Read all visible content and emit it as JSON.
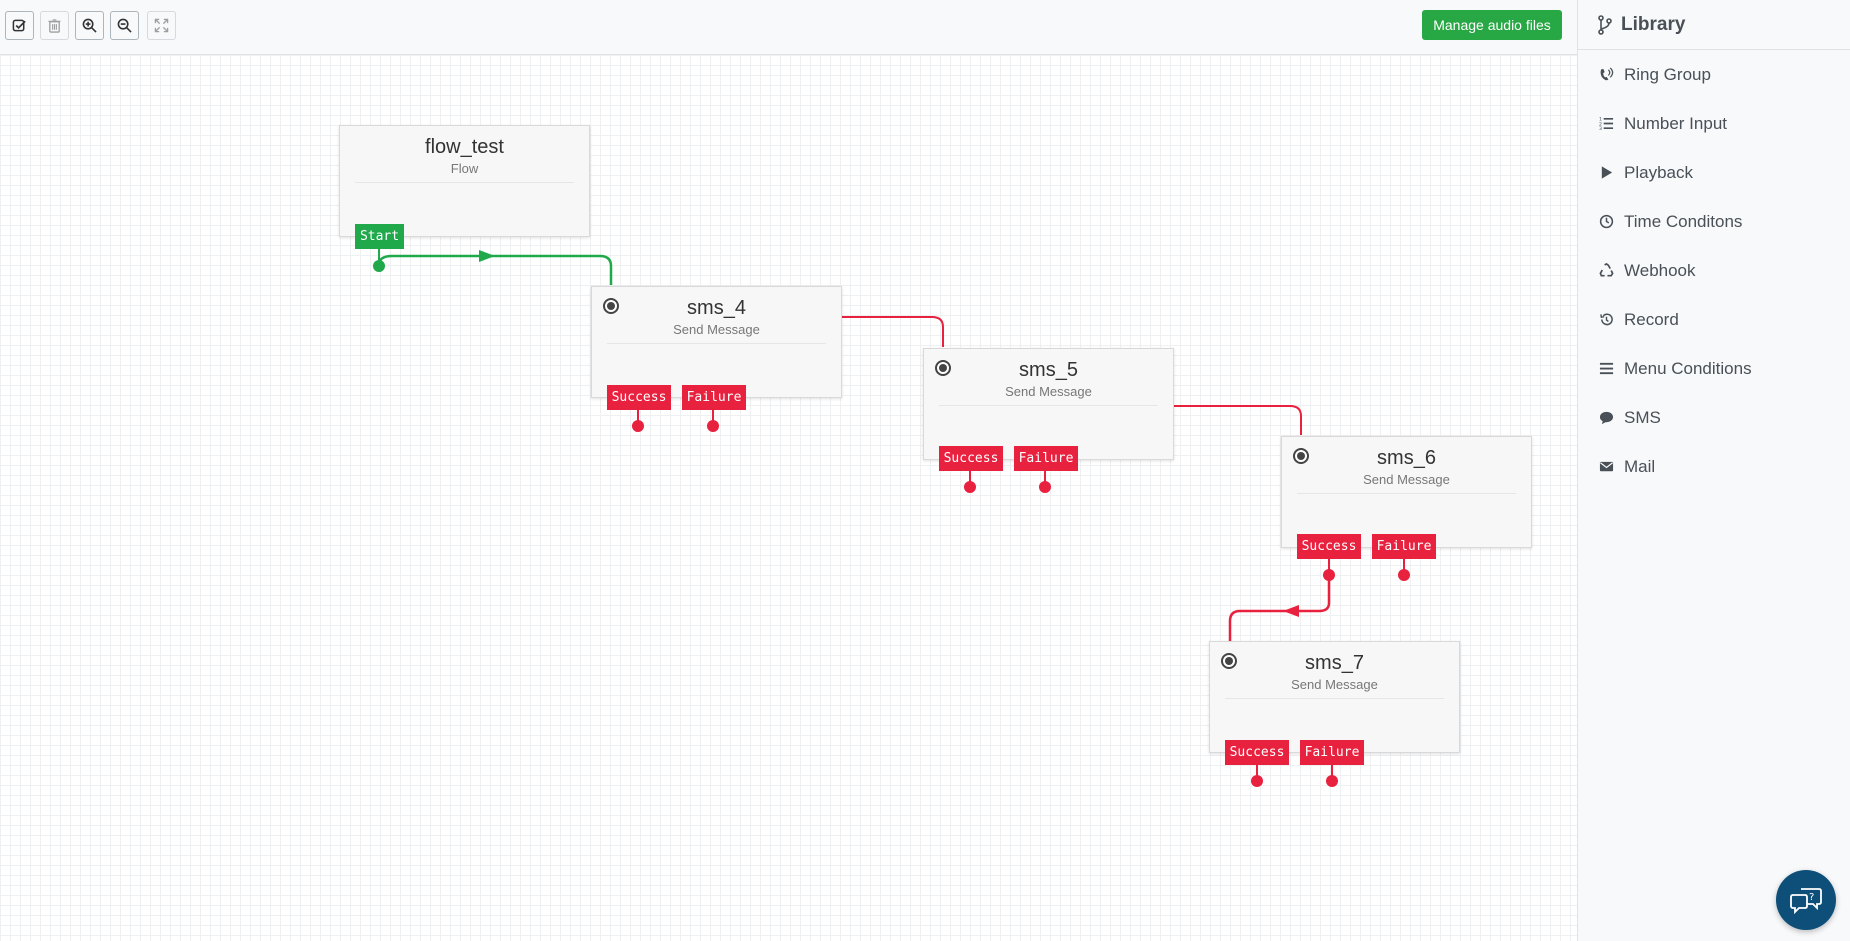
{
  "toolbar": {
    "manage_audio_label": "Manage audio files",
    "buttons": [
      "check-square-icon",
      "trash-icon",
      "zoom-in-icon",
      "zoom-out-icon",
      "expand-icon"
    ]
  },
  "flow_node": {
    "title": "flow_test",
    "subtitle": "Flow",
    "port_label": "Start"
  },
  "nodes": [
    {
      "title": "sms_4",
      "subtitle": "Send Message",
      "success": "Success",
      "failure": "Failure"
    },
    {
      "title": "sms_5",
      "subtitle": "Send Message",
      "success": "Success",
      "failure": "Failure"
    },
    {
      "title": "sms_6",
      "subtitle": "Send Message",
      "success": "Success",
      "failure": "Failure"
    },
    {
      "title": "sms_7",
      "subtitle": "Send Message",
      "success": "Success",
      "failure": "Failure"
    }
  ],
  "sidebar": {
    "title": "Library",
    "items": [
      {
        "label": "Ring Group",
        "icon": "phone-volume-icon"
      },
      {
        "label": "Number Input",
        "icon": "list-ol-icon"
      },
      {
        "label": "Playback",
        "icon": "play-icon"
      },
      {
        "label": "Time Conditons",
        "icon": "clock-icon"
      },
      {
        "label": "Webhook",
        "icon": "recycle-icon"
      },
      {
        "label": "Record",
        "icon": "history-icon"
      },
      {
        "label": "Menu Conditions",
        "icon": "bars-icon"
      },
      {
        "label": "SMS",
        "icon": "comment-icon"
      },
      {
        "label": "Mail",
        "icon": "envelope-icon"
      }
    ]
  },
  "colors": {
    "green": "#1fa94a",
    "red": "#e8213f",
    "primary_button": "#28a745",
    "help_button": "#0e4f7a"
  }
}
